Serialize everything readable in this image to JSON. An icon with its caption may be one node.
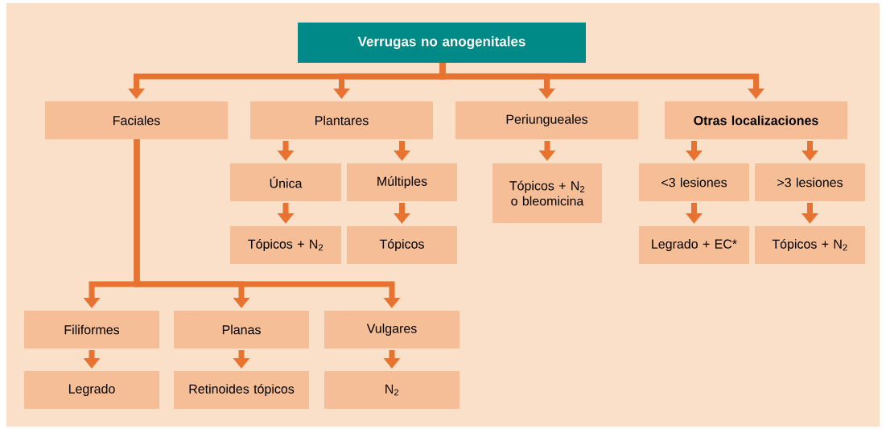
{
  "diagram": {
    "nodes": [
      {
        "text": [
          "Verrugas no anogenitales"
        ]
      },
      {
        "text": [
          "Faciales"
        ]
      },
      {
        "text": [
          "Plantares"
        ]
      },
      {
        "text": [
          "Periungueales"
        ]
      },
      {
        "text": [
          "Otras localizaciones"
        ]
      },
      {
        "text": [
          "Única"
        ]
      },
      {
        "text": [
          "Múltiples"
        ]
      },
      {
        "text": [
          "Tópicos + N$_{2}$"
        ]
      },
      {
        "text": [
          "Tópicos"
        ]
      },
      {
        "text": [
          "Tópicos + N$_{2}$ o bleomicina"
        ]
      },
      {
        "text": [
          "<3 lesiones"
        ]
      },
      {
        "text": [
          ">3 lesiones"
        ]
      },
      {
        "text": [
          "Legrado + EC*"
        ]
      },
      {
        "text": [
          "Tópicos + N$_{2}$"
        ]
      },
      {
        "text": [
          "Filiformes"
        ]
      },
      {
        "text": [
          "Planas"
        ]
      },
      {
        "text": [
          "Vulgares"
        ]
      },
      {
        "text": [
          "Legrado"
        ]
      },
      {
        "text": [
          "Retinoides tópicos"
        ]
      },
      {
        "text": [
          "N$_{2}$"
        ]
      }
    ],
    "edges": [
      {
        "from": 0,
        "to": 1,
        "arrow": "to"
      },
      {
        "from": 0,
        "to": 2,
        "arrow": "to"
      },
      {
        "from": 0,
        "to": 3,
        "arrow": "to"
      },
      {
        "from": 0,
        "to": 4,
        "arrow": "to"
      },
      {
        "from": 2,
        "to": 5,
        "arrow": "to"
      },
      {
        "from": 2,
        "to": 6,
        "arrow": "to"
      },
      {
        "from": 5,
        "to": 7,
        "arrow": "to"
      },
      {
        "from": 6,
        "to": 8,
        "arrow": "to"
      },
      {
        "from": 3,
        "to": 9,
        "arrow": "to"
      },
      {
        "from": 4,
        "to": 10,
        "arrow": "to"
      },
      {
        "from": 4,
        "to": 11,
        "arrow": "to"
      },
      {
        "from": 10,
        "to": 12,
        "arrow": "to"
      },
      {
        "from": 11,
        "to": 13,
        "arrow": "to"
      },
      {
        "from": 1,
        "to": 14,
        "arrow": "to"
      },
      {
        "from": 1,
        "to": 15,
        "arrow": "to"
      },
      {
        "from": 1,
        "to": 16,
        "arrow": "to"
      },
      {
        "from": 14,
        "to": 17,
        "arrow": "to"
      },
      {
        "from": 15,
        "to": 18,
        "arrow": "to"
      },
      {
        "from": 16,
        "to": 19,
        "arrow": "to"
      }
    ]
  }
}
